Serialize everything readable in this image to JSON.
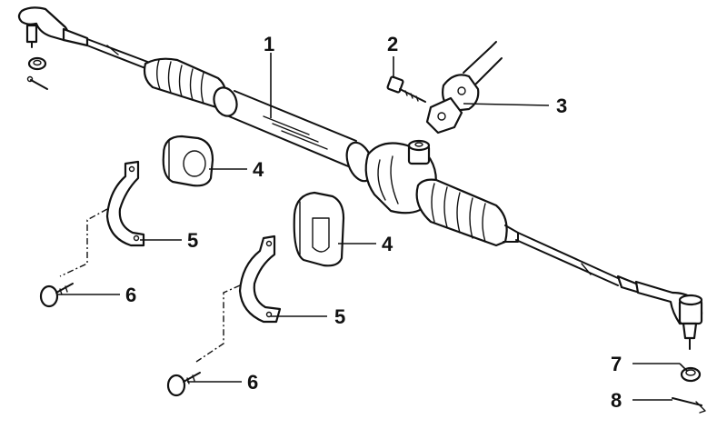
{
  "callouts": {
    "c1": "1",
    "c2": "2",
    "c3": "3",
    "c4a": "4",
    "c4b": "4",
    "c5a": "5",
    "c5b": "5",
    "c6a": "6",
    "c6b": "6",
    "c7": "7",
    "c8": "8"
  }
}
